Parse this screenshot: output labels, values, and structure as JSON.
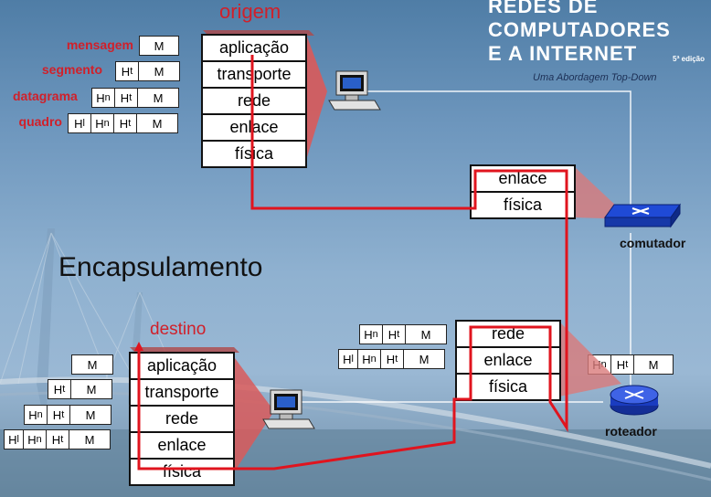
{
  "book": {
    "line1": "REDES DE",
    "line2": "COMPUTADORES",
    "line3": "E A INTERNET",
    "edition": "5ª edição",
    "subtitle": "Uma Abordagem Top-Down"
  },
  "title": "Encapsulamento",
  "source_label": "origem",
  "dest_label": "destino",
  "source_stack": [
    "aplicação",
    "transporte",
    "rede",
    "enlace",
    "física"
  ],
  "dest_stack": [
    "aplicação",
    "transporte",
    "rede",
    "enlace",
    "física"
  ],
  "switch_stack": [
    "enlace",
    "física"
  ],
  "router_stack": [
    "rede",
    "enlace",
    "física"
  ],
  "switch_label": "comutador",
  "router_label": "roteador",
  "unit_labels": [
    "mensagem",
    "segmento",
    "datagrama",
    "quadro"
  ],
  "headers": {
    "M": "M",
    "Ht": "H",
    "Ht_sub": "t",
    "Hn": "H",
    "Hn_sub": "n",
    "Hl": "H",
    "Hl_sub": "l"
  },
  "colors": {
    "path": "#e0141e",
    "stack_shadow": "#d95a5a"
  }
}
